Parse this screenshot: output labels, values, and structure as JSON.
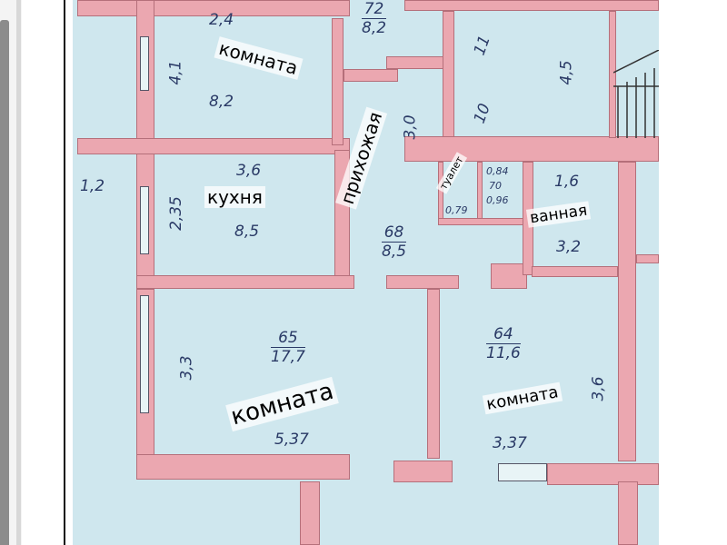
{
  "rooms": {
    "room_top_left": {
      "label": "комната",
      "width": "2,4",
      "height": "4,1",
      "area": "8,2"
    },
    "kitchen": {
      "label": "кухня",
      "width": "3,6",
      "height": "2,35",
      "area": "8,5"
    },
    "hallway": {
      "label": "прихожая",
      "number": "68",
      "area": "8,5",
      "height": "3,0"
    },
    "toilet": {
      "label": "туалет",
      "area": "0,79"
    },
    "toilet_dims": {
      "top": "0,84",
      "number": "70",
      "area": "0,96"
    },
    "bathroom": {
      "label": "ванная",
      "width": "1,6",
      "area": "3,2"
    },
    "living_room": {
      "label": "комната",
      "number": "65",
      "area": "17,7",
      "height": "3,3",
      "width": "5,37"
    },
    "room_right": {
      "label": "комната",
      "number": "64",
      "area": "11,6",
      "height": "3,6",
      "width": "3,37"
    },
    "top_corridor": {
      "number": "72",
      "area": "8,2"
    },
    "top_right": {
      "height": "4,5",
      "diagonal": "11",
      "lower": "10"
    },
    "left_outside": {
      "value": "1,2"
    }
  },
  "colors": {
    "wall": "#eba7b0",
    "floor": "#cfe7ee",
    "text": "#2a3a66"
  }
}
